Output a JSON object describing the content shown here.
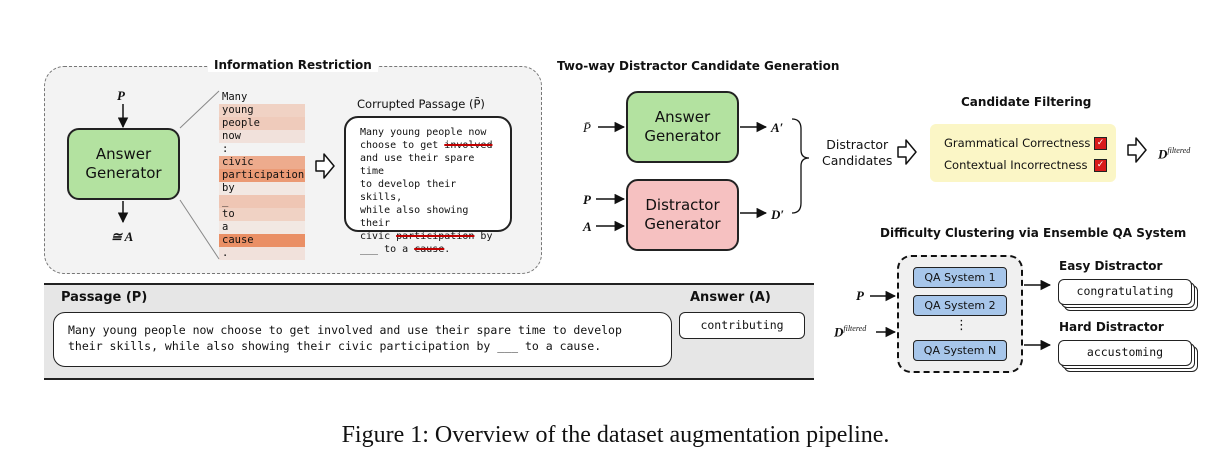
{
  "information_restriction": {
    "title": "Information Restriction",
    "input_label": "P",
    "generator_label_line1": "Answer",
    "generator_label_line2": "Generator",
    "output_label": "≅ A",
    "tokens": [
      {
        "text": "Many",
        "weight": 0.0
      },
      {
        "text": "young",
        "weight": 0.3
      },
      {
        "text": "people",
        "weight": 0.35
      },
      {
        "text": "now",
        "weight": 0.15
      },
      {
        "text": ":",
        "weight": 0.0
      },
      {
        "text": "civic",
        "weight": 0.65
      },
      {
        "text": "participation",
        "weight": 0.8
      },
      {
        "text": "by",
        "weight": 0.1
      },
      {
        "text": "_",
        "weight": 0.4
      },
      {
        "text": "to",
        "weight": 0.3
      },
      {
        "text": "a",
        "weight": 0.1
      },
      {
        "text": "cause",
        "weight": 0.9
      },
      {
        "text": ".",
        "weight": 0.15
      }
    ],
    "corrupted_title": "Corrupted Passage (P̄)",
    "corrupted_text": {
      "l1": "Many young people now",
      "l2a": "choose to get ",
      "l2s": "involved",
      "l3": "and use their spare time",
      "l4": "to develop their skills,",
      "l5": "while also showing their",
      "l6a": "civic ",
      "l6s": "participation",
      "l6b": " by",
      "l7a": "___ to a ",
      "l7s": "cause",
      "l7b": "."
    }
  },
  "two_way": {
    "title": "Two-way Distractor Candidate Generation",
    "pbar_label": "P̄",
    "answer_gen_line1": "Answer",
    "answer_gen_line2": "Generator",
    "a_prime_label": "A′",
    "p_label": "P",
    "a_label": "A",
    "distractor_gen_line1": "Distractor",
    "distractor_gen_line2": "Generator",
    "d_prime_label": "D′",
    "candidates_line1": "Distractor",
    "candidates_line2": "Candidates"
  },
  "candidate_filtering": {
    "title": "Candidate Filtering",
    "item1": "Grammatical Correctness",
    "item2": "Contextual Incorrectness",
    "output_label": "D",
    "output_superscript": "filtered"
  },
  "difficulty_clustering": {
    "title": "Difficulty Clustering via Ensemble QA System",
    "p_label": "P",
    "d_label": "D",
    "d_superscript": "filtered",
    "qa1": "QA System 1",
    "qa2": "QA System 2",
    "dots": "⋮",
    "qaN": "QA System N",
    "easy_title": "Easy Distractor",
    "easy_word": "congratulating",
    "hard_title": "Hard Distractor",
    "hard_word": "accustoming"
  },
  "passage_panel": {
    "passage_title": "Passage (P)",
    "passage_line1": "Many young people now choose to get involved and use their spare time to develop",
    "passage_line2": "their skills, while also showing their civic participation by ___ to a cause.",
    "answer_title": "Answer (A)",
    "answer_text": "contributing"
  },
  "caption": "Figure 1: Overview of the dataset augmentation pipeline.",
  "colors": {
    "generator_green": "#b3e2a0",
    "generator_pink": "#f6c1c1",
    "token_highlight": "#e8703a",
    "filter_yellow": "#fbf6c6",
    "qa_blue": "#a7c6ea",
    "check_red": "#d81b1b"
  }
}
